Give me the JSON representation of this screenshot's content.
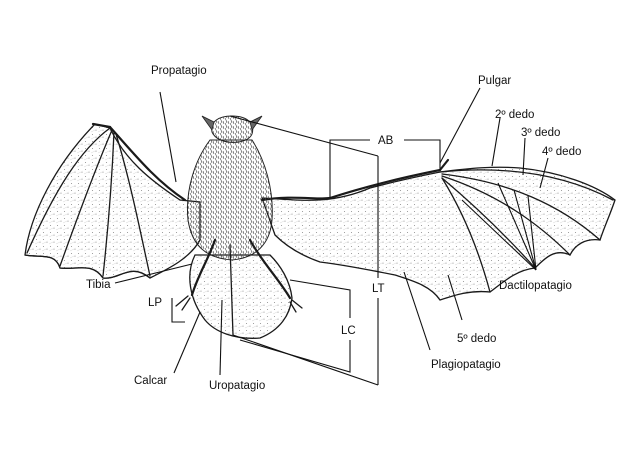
{
  "diagram": {
    "labels": {
      "propatagio": "Propatagio",
      "pulgar": "Pulgar",
      "dedo2": "2º dedo",
      "dedo3": "3º dedo",
      "dedo4": "4º dedo",
      "ab": "AB",
      "lt": "LT",
      "dactilopatagio": "Dactilopatagio",
      "tibia": "Tibia",
      "lp": "LP",
      "lc": "LC",
      "dedo5": "5º dedo",
      "plagiopatagio": "Plagiopatagio",
      "calcar": "Calcar",
      "uropatagio": "Uropatagio"
    },
    "colors": {
      "ink": "#111111",
      "membrane_stipple": "#8a8a8a",
      "fur": "#444444",
      "background": "#ffffff"
    }
  }
}
